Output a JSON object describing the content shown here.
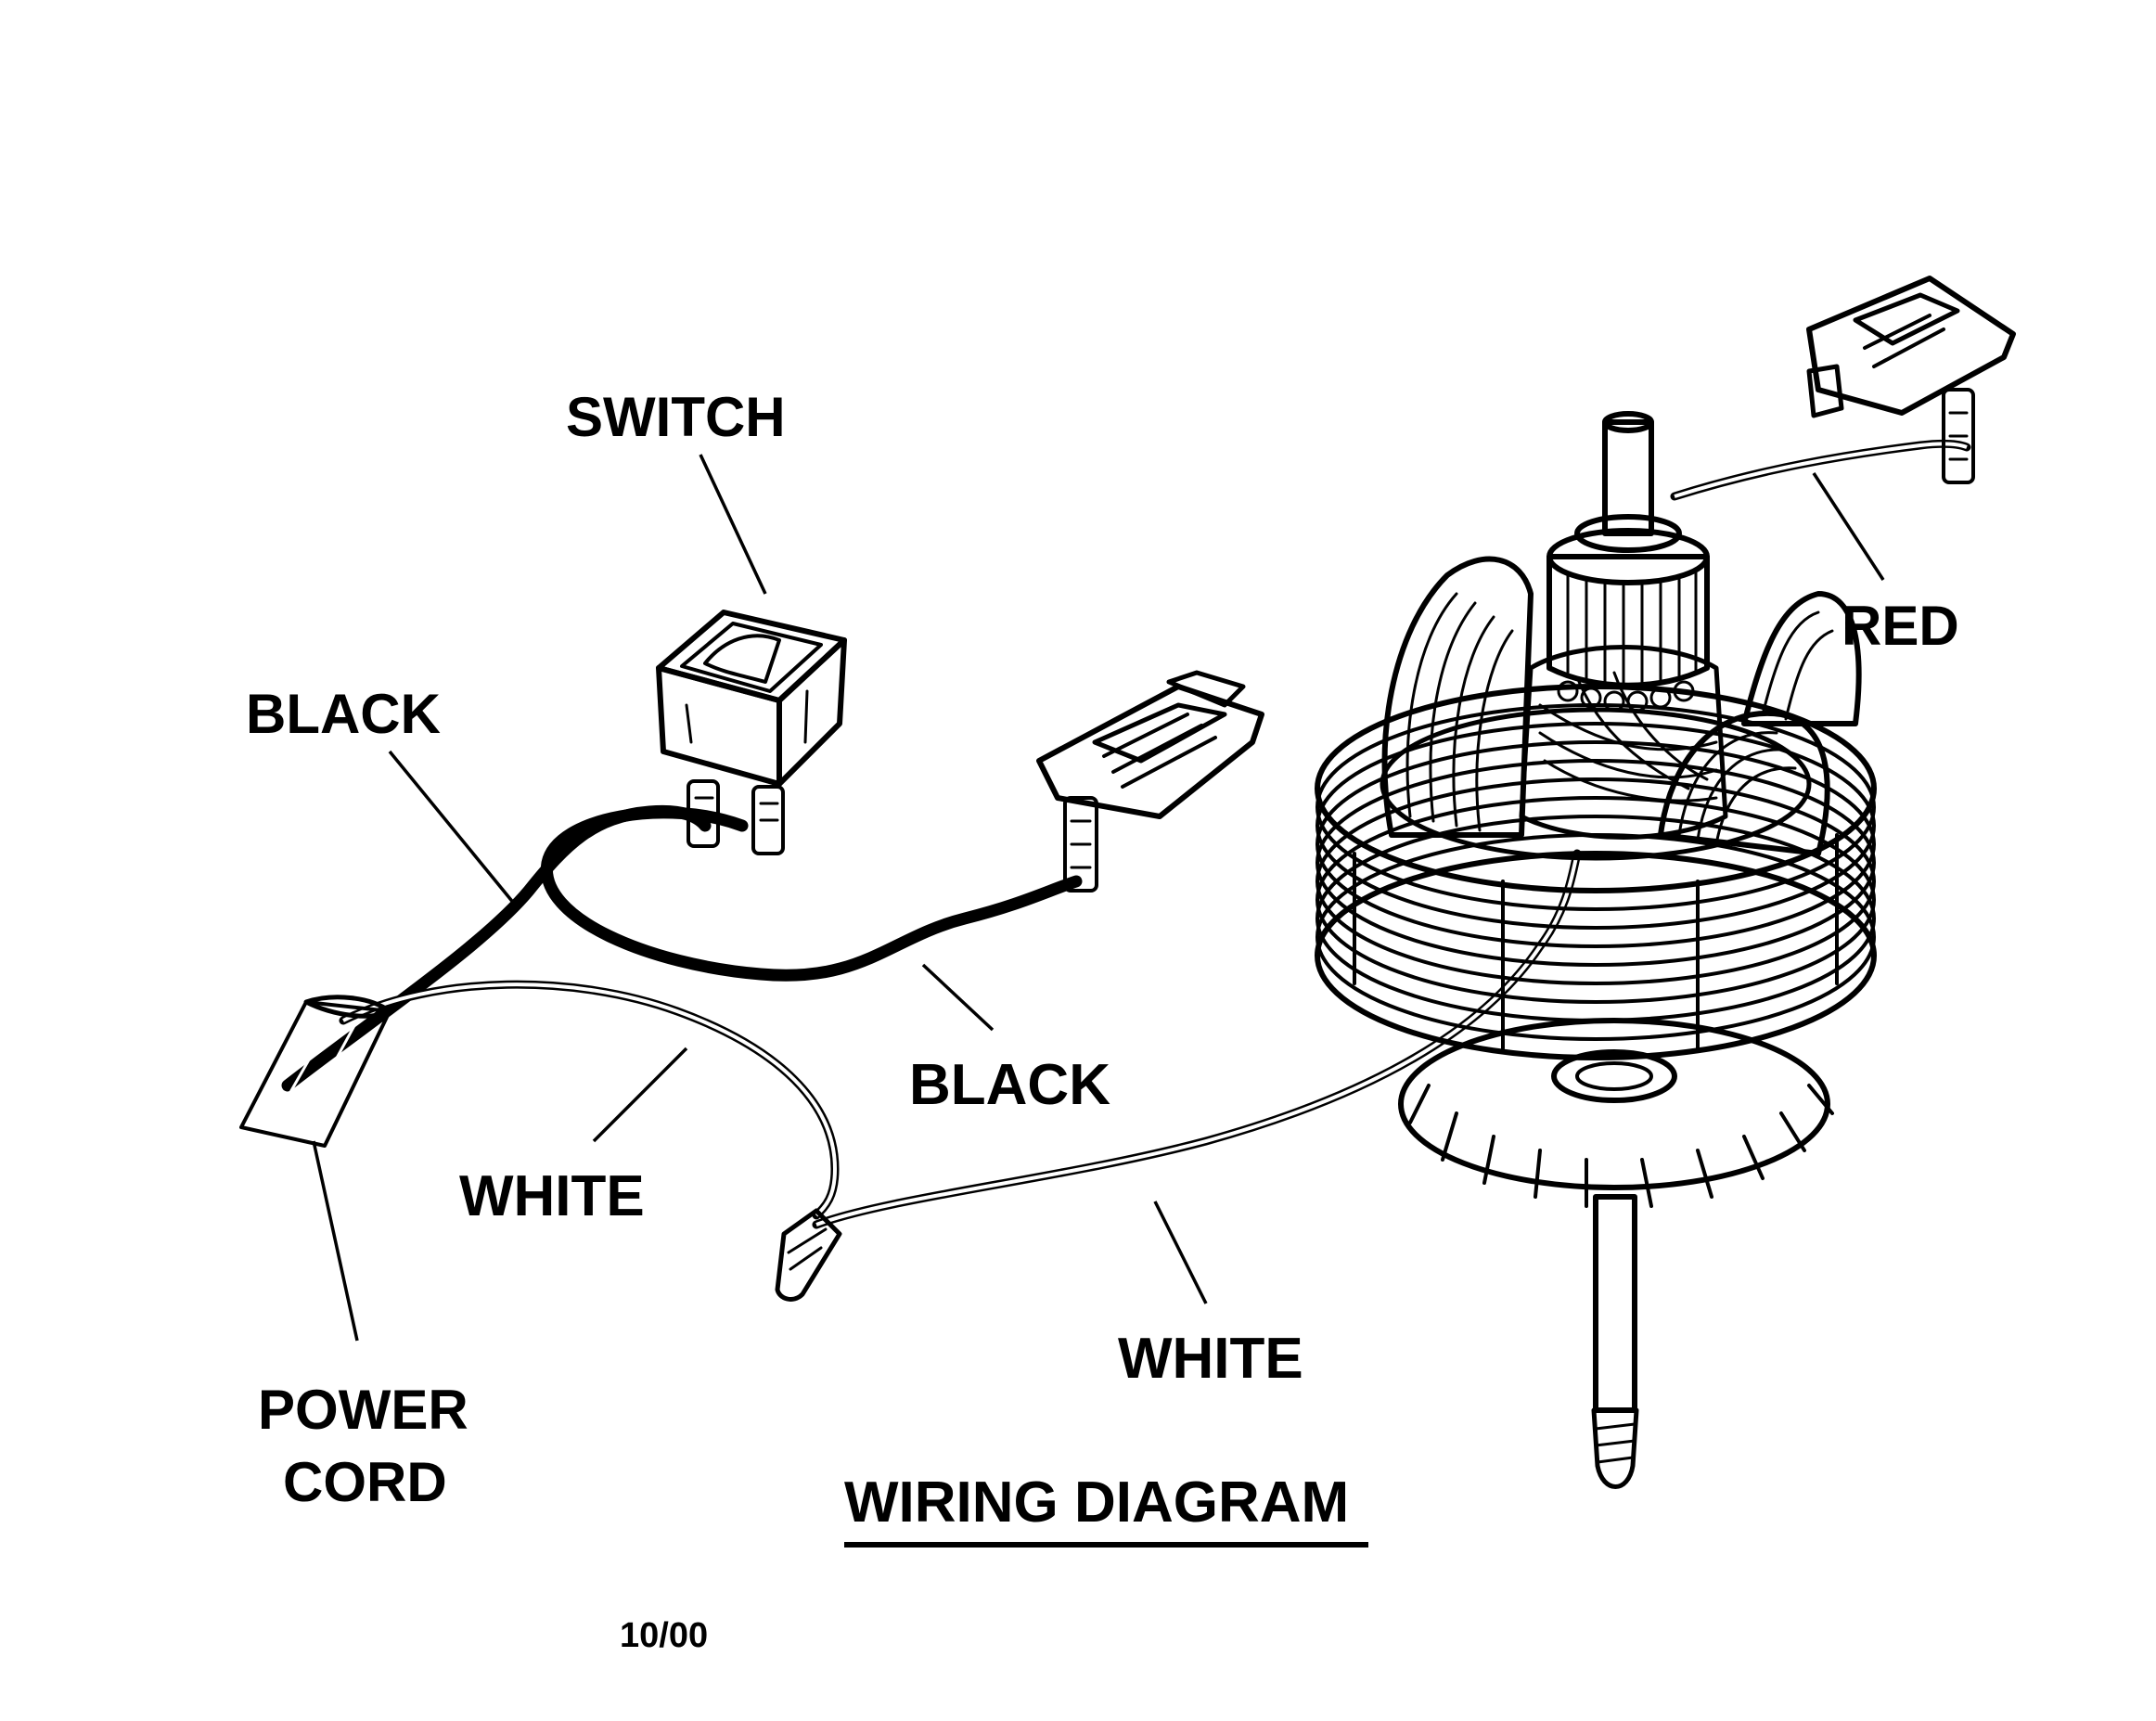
{
  "title": "WIRING DIAGRAM",
  "date_code": "10/00",
  "labels": {
    "switch": "SWITCH",
    "black_top": "BLACK",
    "black_mid": "BLACK",
    "white_left": "WHITE",
    "white_right": "WHITE",
    "power_cord_line1": "POWER",
    "power_cord_line2": "CORD",
    "red": "RED"
  },
  "colors": {
    "ink": "#000000",
    "paper": "#ffffff"
  }
}
